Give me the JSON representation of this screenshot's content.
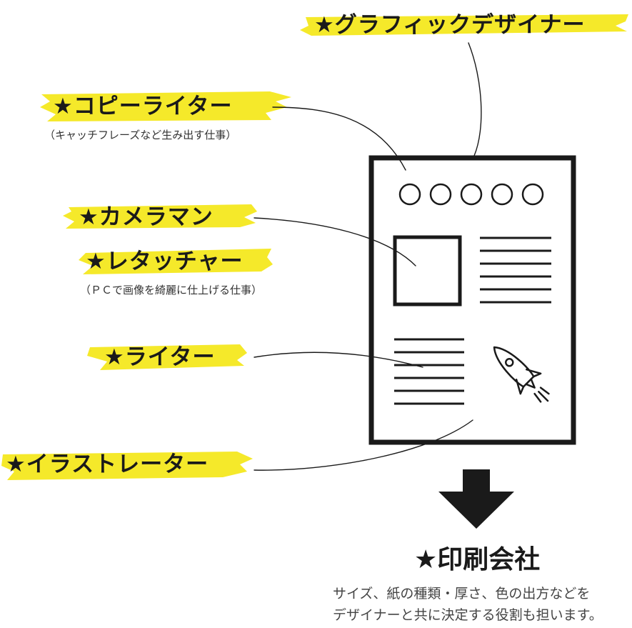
{
  "colors": {
    "highlight": "#f5e92a",
    "ink": "#1a1a1a",
    "paper": "#ffffff"
  },
  "roles": {
    "graphic_designer": "★グラフィックデザイナー",
    "copywriter": "★コピーライター",
    "copywriter_note": "（キャッチフレーズなど生み出す仕事）",
    "cameraman": "★カメラマン",
    "retoucher": "★レタッチャー",
    "retoucher_note": "（ＰＣで画像を綺麗に仕上げる仕事）",
    "writer": "★ライター",
    "illustrator": "★イラストレーター"
  },
  "print_company": {
    "title": "★印刷会社",
    "description_line1": "サイズ、紙の種類・厚さ、色の出方などを",
    "description_line2": "デザイナーと共に決定する役割も担います。"
  },
  "icons": {
    "circles": "circle-icon",
    "photo": "image-placeholder-icon",
    "rocket": "rocket-icon",
    "arrow": "arrow-down-icon"
  }
}
